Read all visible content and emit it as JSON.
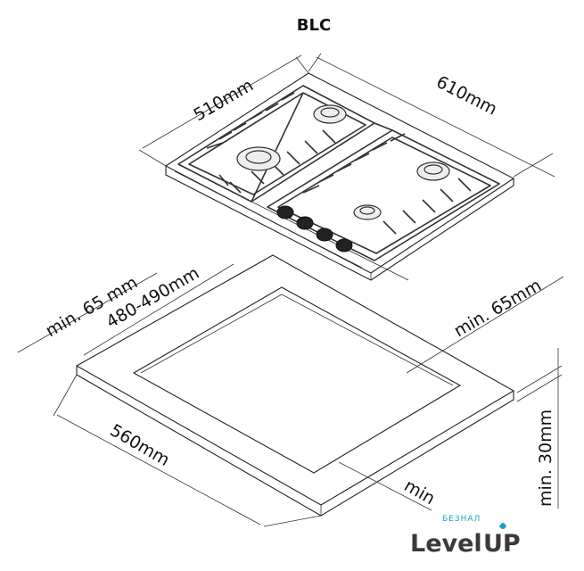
{
  "title": "BLC",
  "dimensions": {
    "hob_depth": "510mm",
    "hob_width": "610mm",
    "cutout_depth": "480-490mm",
    "min_front_edge": "min. 65 mm",
    "min_back_edge": "min. 65mm",
    "cutout_width": "560mm",
    "min_partial": "min",
    "min_height": "min. 30mm"
  },
  "logo": {
    "small_text": "БЕЗНАЛ",
    "brand": "Level",
    "brand_suffix": "UP"
  }
}
